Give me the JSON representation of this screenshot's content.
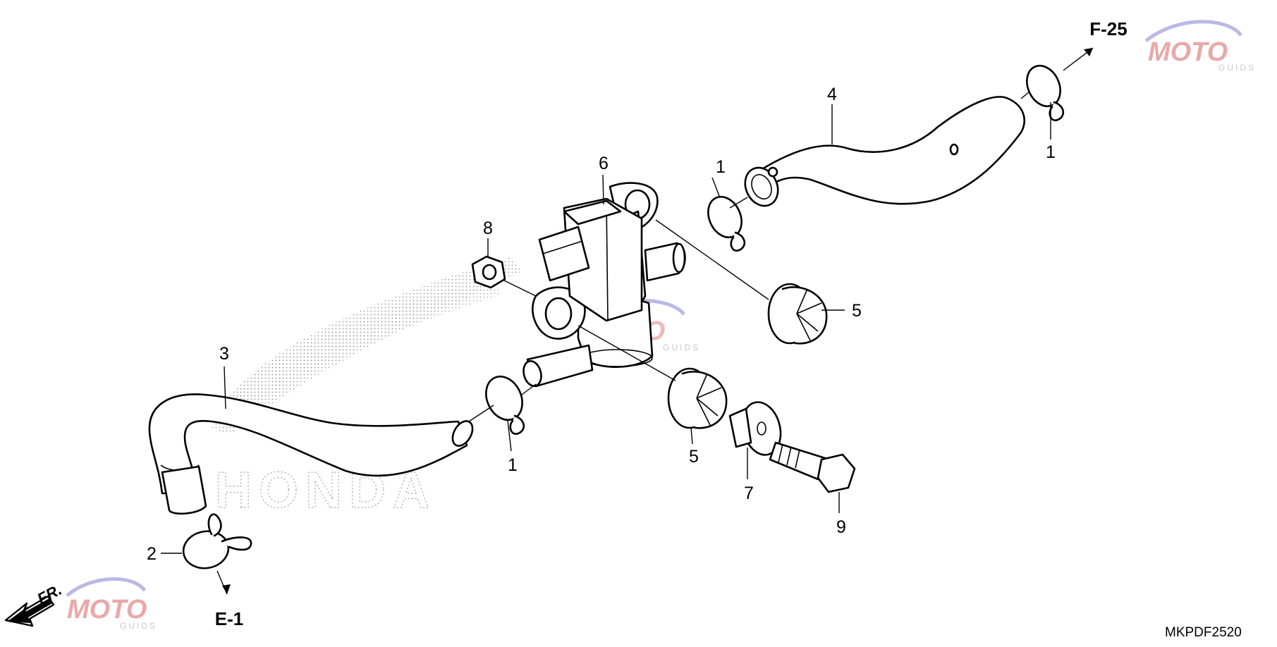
{
  "diagram": {
    "callouts": [
      "1",
      "1",
      "1",
      "2",
      "3",
      "4",
      "5",
      "5",
      "6",
      "7",
      "8",
      "9"
    ],
    "refs": {
      "top_right": "F-25",
      "bottom_left": "E-1"
    },
    "front_marker": "FR.",
    "drawing_code": "MKPDF2520"
  },
  "watermarks": {
    "brand": "HONDA",
    "site_main": "MOTO",
    "site_sub": "GUIDS"
  },
  "colors": {
    "line": "#000000",
    "background": "#ffffff",
    "watermark_red": "#e8a9a9",
    "watermark_blue": "#b9b9e6",
    "watermark_gray": "#c8c8c8"
  }
}
